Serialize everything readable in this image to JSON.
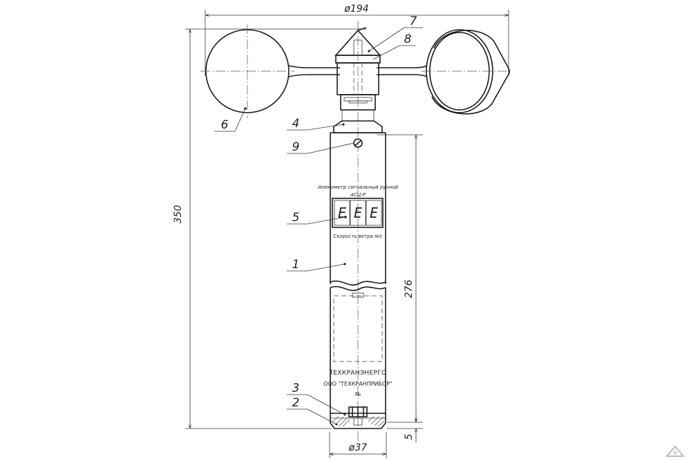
{
  "title_lines": {
    "name": "Анемометр сигнальный ручной",
    "model": "АСЦ-Р",
    "speed_label": "Скорость ветра м/с",
    "company": "ТЕХКРАНЭНЕРГО",
    "subcompany": "ООО \"ТЕХКРАНПРИБОР\"",
    "number_sign": "№"
  },
  "display_digits": [
    "E",
    "E",
    "E"
  ],
  "dimensions": {
    "overall_width": "ø194",
    "overall_height": "350",
    "body_height": "276",
    "bottom_offset": "5",
    "body_diameter": "ø37"
  },
  "callouts": [
    "1",
    "2",
    "3",
    "4",
    "5",
    "6",
    "7",
    "8",
    "9"
  ]
}
